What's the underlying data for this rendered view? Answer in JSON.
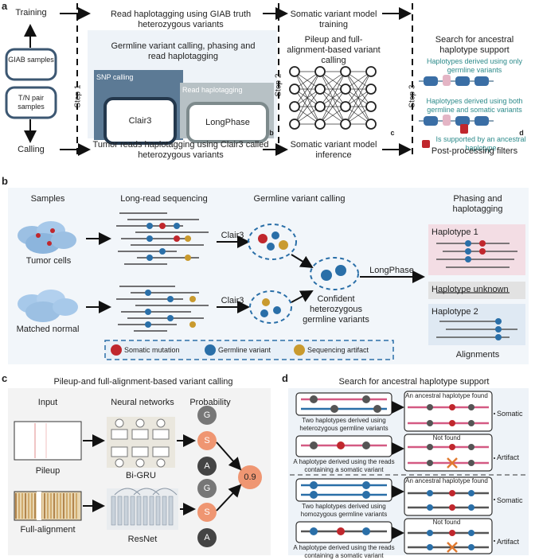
{
  "panel_a": {
    "letter": "a",
    "training": "Training",
    "calling": "Calling",
    "giab_samples": "GIAB samples",
    "tn_samples": "T/N pair samples",
    "read_haplotagging_giab": "Read haplotagging using GIAB truth heterozygous variants",
    "somatic_training": "Somatic variant model training",
    "tumor_haplotagging": "Tumor reads haplotagging using Clair3 called heterozygous variants",
    "somatic_inference": "Somatic variant model inference",
    "step1": "Step 1",
    "step2": "Step 2",
    "step3": "Step 3",
    "germline_box_title": "Germline variant calling, phasing and read haplotagging",
    "snp_calling": "SNP calling",
    "read_haplotagging": "Read haplotagging",
    "clair3": "Clair3",
    "longphase": "LongPhase",
    "pileup_title": "Pileup and full-alignment-based variant calling",
    "search_title": "Search for ancestral haplotype support",
    "hap_germline_only": "Haplotypes derived using only germline variants",
    "hap_both": "Haplotypes derived using both germline and somatic variants",
    "supported": "Is supported by an ancestral haplotype",
    "post_filters": "Post-processing filters",
    "sub_b": "b",
    "sub_c": "c",
    "sub_d": "d"
  },
  "panel_b": {
    "letter": "b",
    "samples": "Samples",
    "long_read": "Long-read sequencing",
    "germline_calling": "Germline variant calling",
    "phasing": "Phasing and haplotagging",
    "tumor_cells": "Tumor cells",
    "matched_normal": "Matched normal",
    "clair3_a": "Clair3",
    "clair3_b": "Clair3",
    "longphase": "LongPhase",
    "confident": "Confident heterozygous germline variants",
    "haplotype1": "Haplotype 1",
    "haplotype_unknown": "Haplotype unknown",
    "haplotype2": "Haplotype 2",
    "alignments": "Alignments",
    "legend": {
      "somatic": "Somatic mutation",
      "germline": "Germline variant",
      "artifact": "Sequencing artifact"
    }
  },
  "panel_c": {
    "letter": "c",
    "title": "Pileup-and full-alignment-based variant calling",
    "input": "Input",
    "neural": "Neural networks",
    "probability": "Probability",
    "pileup": "Pileup",
    "full_alignment": "Full-alignment",
    "bigru": "Bi-GRU",
    "resnet": "ResNet",
    "g1": "G",
    "s1": "S",
    "a1": "A",
    "g2": "G",
    "s2": "S",
    "a2": "A",
    "out": "0.9"
  },
  "panel_d": {
    "letter": "d",
    "title": "Search for ancestral haplotype support",
    "two_het": "Two haplotypes derived using heterozygous germline variants",
    "one_somatic_a": "A haplotype derived using the reads containing a somatic variant",
    "two_hom": "Two haplotypes derived using homozygous germline variants",
    "one_somatic_b": "A haplotype derived using the reads containing a somatic variant",
    "found_a": "An ancestral haplotype found",
    "notfound_a": "Not found",
    "found_b": "An ancestral haplotype found",
    "notfound_b": "Not found",
    "somatic_a": "Somatic",
    "artifact_a": "Artifact",
    "somatic_b": "Somatic",
    "artifact_b": "Artifact"
  },
  "colors": {
    "somatic": "#c0272d",
    "germline": "#2a6fa8",
    "artifact": "#c99a2e",
    "teal": "#2c8a8a",
    "pink_line": "#d45a83",
    "gray_box": "#e7ecf1"
  }
}
